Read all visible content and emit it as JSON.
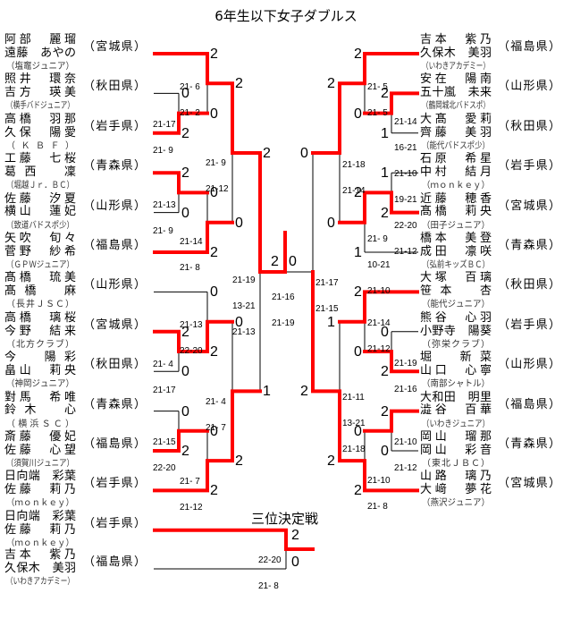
{
  "title": "6年生以下女子ダブルス",
  "colors": {
    "winner_line": "#ff0000",
    "bracket_line": "#000000"
  },
  "left_teams": [
    {
      "player1": "阿部　麗瑠",
      "player2": "遠藤　あやの",
      "prefecture": "（宮城県）",
      "club": "（塩竈ジュニア）"
    },
    {
      "player1": "照井　環奈",
      "player2": "吉方　瑛美",
      "prefecture": "（秋田県）",
      "club": "（横手バドジュニア）"
    },
    {
      "player1": "高橋　羽那",
      "player2": "久保　陽愛",
      "prefecture": "（岩手県）",
      "club": "（ＫＢＦ）"
    },
    {
      "player1": "工藤　七桜",
      "player2": "葛西　凜",
      "prefecture": "（青森県）",
      "club": "（堀越Ｊｒ．ＢＣ）"
    },
    {
      "player1": "佐藤　汐夏",
      "player2": "横山　蓮妃",
      "prefecture": "（山形県）",
      "club": "（致道バドスポ少）"
    },
    {
      "player1": "矢吹　旬々",
      "player2": "菅野　紗希",
      "prefecture": "（福島県）",
      "club": "（ＧＰＷジュニア）"
    },
    {
      "player1": "髙橋　琉美",
      "player2": "髙橋　麻",
      "prefecture": "（山形県）",
      "club": "（長井ＪＳＣ）"
    },
    {
      "player1": "高橋　璃桜",
      "player2": "今野　結来",
      "prefecture": "（宮城県）",
      "club": "（北方クラブ）"
    },
    {
      "player1": "今　陽彩",
      "player2": "畠山　莉央",
      "prefecture": "（秋田県）",
      "club": "（神岡ジュニア）"
    },
    {
      "player1": "對馬　希唯",
      "player2": "鈴木　心",
      "prefecture": "（青森県）",
      "club": "（横浜ＳＣ）"
    },
    {
      "player1": "斎藤　優妃",
      "player2": "佐藤　心望",
      "prefecture": "（福島県）",
      "club": "（須賀川ジュニア）"
    },
    {
      "player1": "日向端　彩葉",
      "player2": "佐藤　莉乃",
      "prefecture": "（岩手県）",
      "club": "（ｍｏｎｋｅｙ）"
    }
  ],
  "right_teams": [
    {
      "player1": "吉本　紫乃",
      "player2": "久保木　美羽",
      "prefecture": "（福島県）",
      "club": "（いわきアカデミー）"
    },
    {
      "player1": "安在　陽南",
      "player2": "五十嵐　未来",
      "prefecture": "（山形県）",
      "club": "（鶴岡城北バドスポ）"
    },
    {
      "player1": "大髙　愛莉",
      "player2": "齊藤　美羽",
      "prefecture": "（秋田県）",
      "club": "（能代バドスポ少）"
    },
    {
      "player1": "石原　希星",
      "player2": "中村　結月",
      "prefecture": "（岩手県）",
      "club": "（ｍｏｎｋｅｙ）"
    },
    {
      "player1": "近藤　穂香",
      "player2": "髙橋　莉央",
      "prefecture": "（宮城県）",
      "club": "（田子ジュニア）"
    },
    {
      "player1": "橋本　美登",
      "player2": "成田　凛咲",
      "prefecture": "（青森県）",
      "club": "（弘前キッズＢＣ）"
    },
    {
      "player1": "大塚　百璃",
      "player2": "笹本　杏",
      "prefecture": "（秋田県）",
      "club": "（能代ジュニア）"
    },
    {
      "player1": "熊谷　心羽",
      "player2": "小野寺　陽葵",
      "prefecture": "（岩手県）",
      "club": "（弥栄クラブ）"
    },
    {
      "player1": "堀　新菜",
      "player2": "山口　心寧",
      "prefecture": "（山形県）",
      "club": "（南部シャトル）"
    },
    {
      "player1": "大和田　明里",
      "player2": "澁谷　百華",
      "prefecture": "（福島県）",
      "club": "（いわきジュニア）"
    },
    {
      "player1": "岡山　瑠那",
      "player2": "岡山　彩音",
      "prefecture": "（青森県）",
      "club": "（東北ＪＢＣ）"
    },
    {
      "player1": "山路　璃乃",
      "player2": "大﨑　夢花",
      "prefecture": "（宮城県）",
      "club": "（燕沢ジュニア）"
    }
  ],
  "left_matches": [
    {
      "games": [
        "21-17",
        "21- 9"
      ],
      "top_score": "0",
      "bottom_score": "2"
    },
    {
      "games": [
        "21- 6",
        "21- 2"
      ],
      "top_score": "2",
      "bottom_score": "0"
    },
    {
      "games": [
        "21-13",
        "21- 9"
      ],
      "top_score": "2",
      "bottom_score": "0"
    },
    {
      "games": [
        "21-14",
        "21- 8"
      ],
      "top_score": "0",
      "bottom_score": "2"
    },
    {
      "games": [
        "21- 9",
        "21-12"
      ],
      "top_score": "2",
      "bottom_score": "0"
    },
    {
      "games": [
        "21- 4",
        "21-17"
      ],
      "top_score": "2",
      "bottom_score": "0"
    },
    {
      "games": [
        "21-13",
        "22-20"
      ],
      "top_score": "0",
      "bottom_score": "2"
    },
    {
      "games": [
        "21-15",
        "22-20"
      ],
      "top_score": "0",
      "bottom_score": "2"
    },
    {
      "games": [
        "21- 7",
        "21-12"
      ],
      "top_score": "0",
      "bottom_score": "2"
    },
    {
      "games": [
        "21- 4",
        "21- 7"
      ],
      "top_score": "0",
      "bottom_score": "2"
    },
    {
      "games": [
        "21-19",
        "13-21",
        "21-13"
      ],
      "top_score": "2",
      "bottom_score": "1"
    }
  ],
  "right_matches": [
    {
      "games": [
        "21-14",
        "16-21",
        "21-10"
      ],
      "top_score": "2",
      "bottom_score": "1"
    },
    {
      "games": [
        "21- 5",
        "21- 5"
      ],
      "top_score": "2",
      "bottom_score": "0"
    },
    {
      "games": [
        "19-21",
        "22-20",
        "21-12"
      ],
      "top_score": "1",
      "bottom_score": "2"
    },
    {
      "games": [
        "21- 9",
        "10-21",
        "21-10"
      ],
      "top_score": "2",
      "bottom_score": "1"
    },
    {
      "games": [
        "21-18",
        "21-14"
      ],
      "top_score": "2",
      "bottom_score": "0"
    },
    {
      "games": [
        "21-19",
        "21-16"
      ],
      "top_score": "0",
      "bottom_score": "2"
    },
    {
      "games": [
        "21-14",
        "21-12"
      ],
      "top_score": "2",
      "bottom_score": "0"
    },
    {
      "games": [
        "21-10",
        "21-12"
      ],
      "top_score": "2",
      "bottom_score": "0"
    },
    {
      "games": [
        "21-10",
        "21- 8"
      ],
      "top_score": "0",
      "bottom_score": "2"
    },
    {
      "games": [
        "21-11",
        "13-21",
        "21-18"
      ],
      "top_score": "1",
      "bottom_score": "2"
    },
    {
      "games": [
        "21-17",
        "21-15"
      ],
      "top_score": "0",
      "bottom_score": "2"
    }
  ],
  "final": {
    "left_score": "2",
    "right_score": "0",
    "games": [
      "21-16",
      "21-19"
    ]
  },
  "third_place": {
    "title": "三位決定戦",
    "teams": [
      {
        "player1": "日向端　彩葉",
        "player2": "佐藤　莉乃",
        "prefecture": "（岩手県）",
        "club": "（ｍｏｎｋｅｙ）"
      },
      {
        "player1": "吉本　紫乃",
        "player2": "久保木　美羽",
        "prefecture": "（福島県）",
        "club": "（いわきアカデミー）"
      }
    ],
    "top_score": "2",
    "bottom_score": "0",
    "games": [
      "22-20",
      "21- 8"
    ]
  }
}
